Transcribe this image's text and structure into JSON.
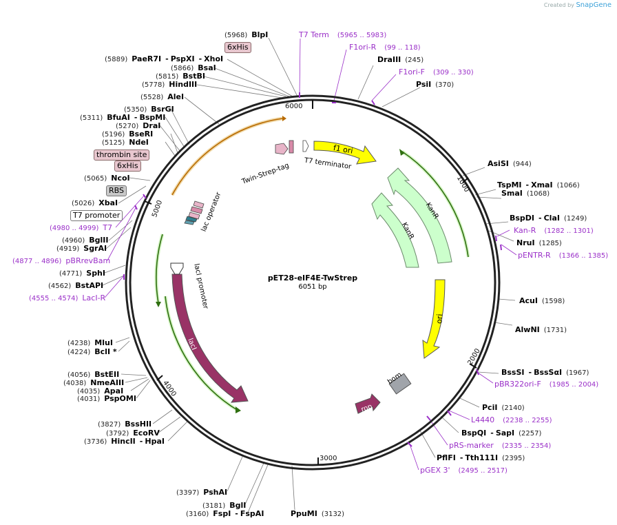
{
  "brand": {
    "prefix": "Created by",
    "name": "SnapGene"
  },
  "plasmid": {
    "name": "pET28-eIF4E-TwStrep",
    "size": "6051 bp"
  },
  "ticks": [
    "1000",
    "2000",
    "3000",
    "4000",
    "5000",
    "6000"
  ],
  "features": {
    "f1_ori": "f1 ori",
    "kanr_a": "KanR",
    "kanr_b": "KanR",
    "ori": "ori",
    "bom": "bom",
    "rop": "rop",
    "laci": "lacI",
    "laci_promoter": "lacI promoter",
    "lac_operator": "lac operator",
    "twin_strep": "Twin-Strep-tag",
    "t7_terminator": "T7 terminator"
  },
  "tags": {
    "his_top": "6xHis",
    "thrombin": "thrombin site",
    "his_mid": "6xHis",
    "rbs": "RBS",
    "t7_promoter": "T7 promoter"
  },
  "sites": [
    {
      "pos": "(5968)",
      "name": "BlpI"
    },
    {
      "pos": "(5889)",
      "name": "PaeR7I",
      "name2": "PspXI",
      "name3": "XhoI"
    },
    {
      "pos": "(5866)",
      "name": "BsaI"
    },
    {
      "pos": "(5815)",
      "name": "BstBI"
    },
    {
      "pos": "(5778)",
      "name": "HindIII"
    },
    {
      "pos": "(5528)",
      "name": "AleI"
    },
    {
      "pos": "(5350)",
      "name": "BsrGI"
    },
    {
      "pos": "(5311)",
      "name": "BfuAI",
      "name2": "BspMI"
    },
    {
      "pos": "(5270)",
      "name": "DraI"
    },
    {
      "pos": "(5196)",
      "name": "BseRI"
    },
    {
      "pos": "(5125)",
      "name": "NdeI"
    },
    {
      "pos": "(5065)",
      "name": "NcoI"
    },
    {
      "pos": "(5026)",
      "name": "XbaI"
    },
    {
      "pos": "(4960)",
      "name": "BglII"
    },
    {
      "pos": "(4919)",
      "name": "SgrAI"
    },
    {
      "pos": "(4771)",
      "name": "SphI"
    },
    {
      "pos": "(4562)",
      "name": "BstAPI"
    },
    {
      "pos": "(4238)",
      "name": "MluI"
    },
    {
      "pos": "(4224)",
      "name": "BclI *"
    },
    {
      "pos": "(4056)",
      "name": "BstEII"
    },
    {
      "pos": "(4038)",
      "name": "NmeAIII"
    },
    {
      "pos": "(4035)",
      "name": "ApaI"
    },
    {
      "pos": "(4031)",
      "name": "PspOMI"
    },
    {
      "pos": "(3827)",
      "name": "BssHII"
    },
    {
      "pos": "(3792)",
      "name": "EcoRV"
    },
    {
      "pos": "(3736)",
      "name": "HincII",
      "name2": "HpaI"
    },
    {
      "pos": "(3397)",
      "name": "PshAI"
    },
    {
      "pos": "(3181)",
      "name": "BglI"
    },
    {
      "pos": "(3160)",
      "name": "FspI",
      "name2": "FspAI"
    },
    {
      "name": "PpuMI",
      "pos": "(3132)"
    },
    {
      "name": "DraIII",
      "pos": "(245)"
    },
    {
      "name": "PsiI",
      "pos": "(370)"
    },
    {
      "name": "AsiSI",
      "pos": "(944)"
    },
    {
      "name": "TspMI",
      "name2": "XmaI",
      "pos": "(1066)"
    },
    {
      "name": "SmaI",
      "pos": "(1068)"
    },
    {
      "name": "BspDI",
      "name2": "ClaI",
      "pos": "(1249)"
    },
    {
      "name": "NruI",
      "pos": "(1285)"
    },
    {
      "name": "AcuI",
      "pos": "(1598)"
    },
    {
      "name": "AlwNI",
      "pos": "(1731)"
    },
    {
      "name": "BssSI",
      "name2": "BssSαI",
      "pos": "(1967)"
    },
    {
      "name": "PciI",
      "pos": "(2140)"
    },
    {
      "name": "BspQI",
      "name2": "SapI",
      "pos": "(2257)"
    },
    {
      "name": "PflFI",
      "name2": "Tth111I",
      "pos": "(2395)"
    }
  ],
  "primers": [
    {
      "name": "T7 Term",
      "range": "(5965 .. 5983)"
    },
    {
      "name": "F1ori-R",
      "range": "(99 .. 118)"
    },
    {
      "name": "F1ori-F",
      "range": "(309 .. 330)"
    },
    {
      "name": "Kan-R",
      "range": "(1282 .. 1301)"
    },
    {
      "name": "pENTR-R",
      "range": "(1366 .. 1385)"
    },
    {
      "name": "pBR322ori-F",
      "range": "(1985 .. 2004)"
    },
    {
      "name": "L4440",
      "range": "(2238 .. 2255)"
    },
    {
      "name": "pRS-marker",
      "range": "(2335 .. 2354)"
    },
    {
      "name": "pGEX 3'",
      "range": "(2495 .. 2517)"
    },
    {
      "name": "T7",
      "range": "(4980 .. 4999)"
    },
    {
      "name": "pBRrevBam",
      "range": "(4877 .. 4896)"
    },
    {
      "name": "LacI-R",
      "range": "(4555 .. 4574)"
    }
  ],
  "colors": {
    "f1_ori": "#ffff00",
    "ori": "#ffff00",
    "kanr": "#ccffcc",
    "laci": "#993366",
    "rop": "#993366",
    "bom": "#a0a4aa",
    "primer": "#9a2fc8",
    "promoter_arc": "#3a8a1a",
    "cds_arc_orange": "#cc7a00"
  }
}
